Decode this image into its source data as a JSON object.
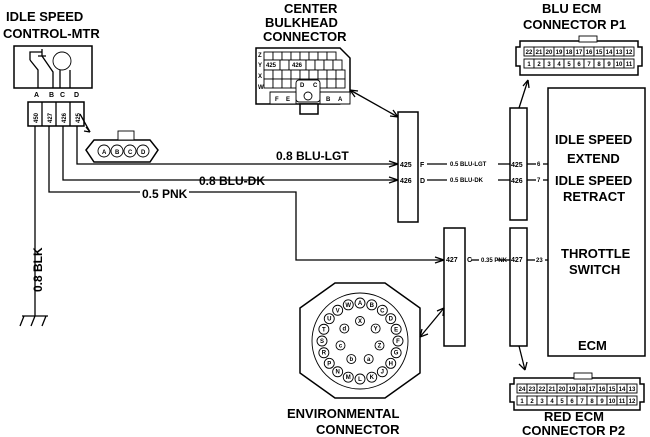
{
  "components": {
    "idle_speed_motor": {
      "line1": "IDLE SPEED",
      "line2": "CONTROL-MTR",
      "pins": [
        "A",
        "B",
        "C",
        "D"
      ],
      "circuits": [
        "450",
        "427",
        "426",
        "425"
      ]
    },
    "center_bulkhead": {
      "line1": "CENTER",
      "line2": "BULKHEAD",
      "line3": "CONNECTOR",
      "rows": [
        "Z",
        "Y",
        "X",
        "W"
      ],
      "cells": [
        "425",
        "426"
      ],
      "lower_letters": [
        "F",
        "E",
        "D",
        "C",
        "B",
        "A"
      ]
    },
    "blu_ecm_p1": {
      "line1": "BLU ECM",
      "line2": "CONNECTOR P1",
      "top_pins": [
        "22",
        "21",
        "20",
        "19",
        "18",
        "17",
        "16",
        "15",
        "14",
        "13",
        "12"
      ],
      "bottom_pins": [
        "1",
        "2",
        "3",
        "4",
        "5",
        "6",
        "7",
        "8",
        "9",
        "10",
        "11"
      ]
    },
    "red_ecm_p2": {
      "line1": "RED ECM",
      "line2": "CONNECTOR P2",
      "top_pins": [
        "24",
        "23",
        "22",
        "21",
        "20",
        "19",
        "18",
        "17",
        "16",
        "15",
        "14",
        "13"
      ],
      "bottom_pins": [
        "1",
        "2",
        "3",
        "4",
        "5",
        "6",
        "7",
        "8",
        "9",
        "10",
        "11",
        "12"
      ]
    },
    "environmental": {
      "line1": "ENVIRONMENTAL",
      "line2": "CONNECTOR",
      "outer_pins": [
        "A",
        "B",
        "C",
        "D",
        "E",
        "F",
        "G",
        "H",
        "J",
        "K",
        "L",
        "M",
        "N",
        "P",
        "R",
        "S",
        "T",
        "U",
        "V",
        "W"
      ],
      "inner_pins": [
        "X",
        "Y",
        "Z",
        "a",
        "b",
        "c",
        "d"
      ]
    },
    "ecm": {
      "line1a": "IDLE SPEED",
      "line1b": "EXTEND",
      "line2a": "IDLE SPEED",
      "line2b": "RETRACT",
      "line3a": "THROTTLE",
      "line3b": "SWITCH",
      "name": "ECM"
    }
  },
  "wires": {
    "w425": {
      "label": "0.8 BLU-LGT",
      "circuit": "425",
      "cav": "F",
      "small": "0.5 BLU-LGT",
      "ecm_circuit": "425",
      "ecm_pin": "6"
    },
    "w426": {
      "label": "0.8 BLU-DK",
      "circuit": "426",
      "cav": "D",
      "small": "0.5 BLU-DK",
      "ecm_circuit": "426",
      "ecm_pin": "7"
    },
    "w427": {
      "label": "0.5 PNK",
      "circuit": "427",
      "cav": "C",
      "small": "0.35 PNK",
      "ecm_circuit": "427",
      "ecm_pin": "23"
    },
    "w450": {
      "label": "0.8 BLK"
    }
  },
  "plug_pins": [
    "A",
    "B",
    "C",
    "D"
  ],
  "colors": {
    "line": "#000000",
    "background": "#ffffff"
  }
}
